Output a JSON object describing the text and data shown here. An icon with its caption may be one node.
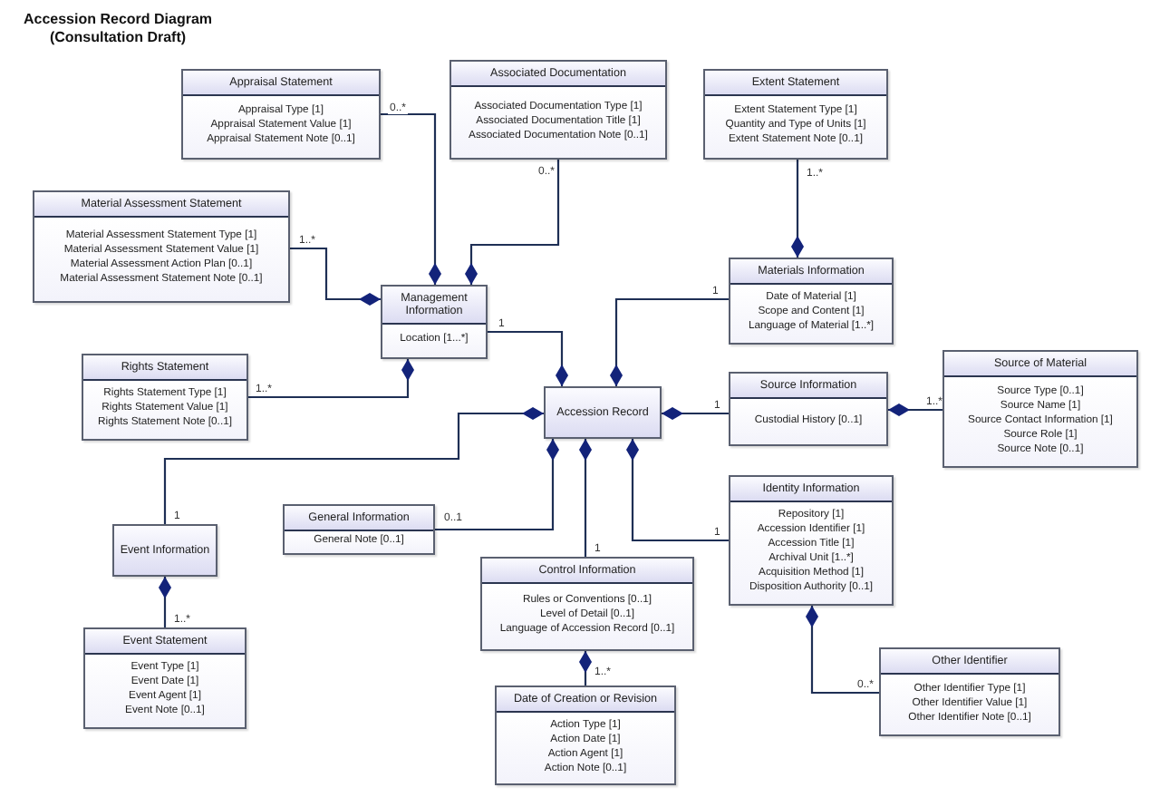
{
  "diagram": {
    "title": "Accession Record Diagram (Consultation Draft)",
    "nodes": [
      {
        "text": [
          "Appraisal Statement",
          "Appraisal Type [1]",
          "Appraisal Statement Value [1]",
          "Appraisal Statement Note [0..1]"
        ]
      },
      {
        "text": [
          "Associated Documentation",
          "Associated Documentation Type [1]",
          "Associated Documentation Title [1]",
          "Associated Documentation Note [0..1]"
        ]
      },
      {
        "text": [
          "Extent Statement",
          "Extent Statement Type [1]",
          "Quantity and Type of Units [1]",
          "Extent Statement Note [0..1]"
        ]
      },
      {
        "text": [
          "Material Assessment Statement",
          "Material Assessment Statement Type [1]",
          "Material Assessment Statement Value [1]",
          "Material Assessment Action Plan [0..1]",
          "Material Assessment Statement Note [0..1]"
        ]
      },
      {
        "text": [
          "Management Information",
          "Location [1...*]"
        ]
      },
      {
        "text": [
          "Materials Information",
          "Date of Material [1]",
          "Scope and Content [1]",
          "Language of Material [1..*]"
        ]
      },
      {
        "text": [
          "Rights Statement",
          "Rights Statement Type [1]",
          "Rights Statement Value [1]",
          "Rights Statement Note [0..1]"
        ]
      },
      {
        "text": [
          "Accession Record"
        ]
      },
      {
        "text": [
          "Source Information",
          "Custodial History [0..1]"
        ]
      },
      {
        "text": [
          "Source of Material",
          "Source Type [0..1]",
          "Source Name [1]",
          "Source Contact Information [1]",
          "Source Role [1]",
          "Source Note [0..1]"
        ]
      },
      {
        "text": [
          "Identity Information",
          "Repository [1]",
          "Accession Identifier [1]",
          "Accession Title [1]",
          "Archival Unit [1..*]",
          "Acquisition Method [1]",
          "Disposition Authority [0..1]"
        ]
      },
      {
        "text": [
          "General Information",
          "General Note [0..1]"
        ]
      },
      {
        "text": [
          "Event Information"
        ]
      },
      {
        "text": [
          "Control Information",
          "Rules or Conventions [0..1]",
          "Level of Detail [0..1]",
          "Language of Accession Record [0..1]"
        ]
      },
      {
        "text": [
          "Event Statement",
          "Event Type [1]",
          "Event Date [1]",
          "Event Agent [1]",
          "Event Note [0..1]"
        ]
      },
      {
        "text": [
          "Other Identifier",
          "Other Identifier Type [1]",
          "Other Identifier Value [1]",
          "Other Identifier Note [0..1]"
        ]
      },
      {
        "text": [
          "Date of Creation or Revision",
          "Action Type [1]",
          "Action Date [1]",
          "Action Agent [1]",
          "Action Note [0..1]"
        ]
      }
    ],
    "edges": [
      {
        "from": 0,
        "to": 4,
        "arrow": "other",
        "label": "0..*"
      },
      {
        "from": 1,
        "to": 4,
        "arrow": "other",
        "label": "0..*"
      },
      {
        "from": 3,
        "to": 4,
        "arrow": "other",
        "label": "1..*"
      },
      {
        "from": 6,
        "to": 4,
        "arrow": "other",
        "label": "1..*"
      },
      {
        "from": 4,
        "to": 7,
        "arrow": "other",
        "label": "1"
      },
      {
        "from": 12,
        "to": 7,
        "arrow": "other",
        "label": "1"
      },
      {
        "from": 14,
        "to": 12,
        "arrow": "other",
        "label": "1..*"
      },
      {
        "from": 2,
        "to": 5,
        "arrow": "other",
        "label": "1..*"
      },
      {
        "from": 5,
        "to": 7,
        "arrow": "other",
        "label": "1"
      },
      {
        "from": 8,
        "to": 7,
        "arrow": "other",
        "label": "1"
      },
      {
        "from": 9,
        "to": 8,
        "arrow": "other",
        "label": "1..*"
      },
      {
        "from": 11,
        "to": 7,
        "arrow": "other",
        "label": "0..1"
      },
      {
        "from": 13,
        "to": 7,
        "arrow": "other",
        "label": "1"
      },
      {
        "from": 16,
        "to": 13,
        "arrow": "other",
        "label": "1..*"
      },
      {
        "from": 10,
        "to": 7,
        "arrow": "other",
        "label": "1"
      },
      {
        "from": 15,
        "to": 10,
        "arrow": "other",
        "label": "0..*"
      }
    ]
  }
}
